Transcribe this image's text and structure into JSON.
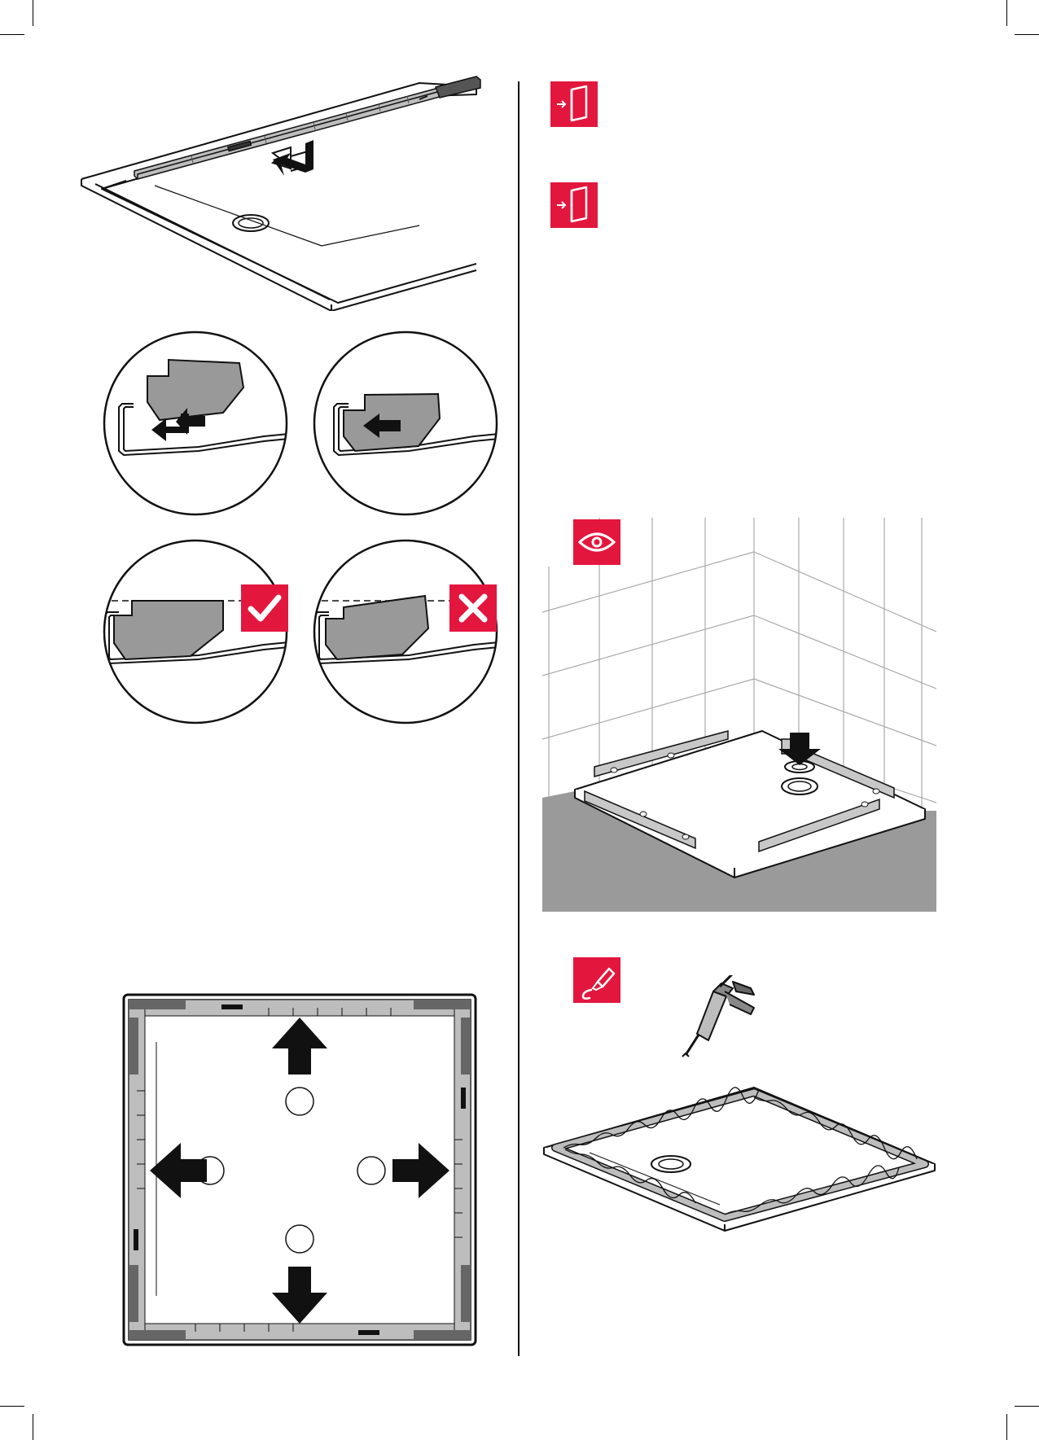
{
  "colors": {
    "accent": "#e3173e",
    "line": "#111111",
    "gray": "#999999",
    "light_gray": "#bdbdbd",
    "floor": "#9a9a9a",
    "ok": "#e3173e"
  },
  "icons": {
    "manual_ref_1": "manual-reference-icon",
    "manual_ref_2": "manual-reference-icon",
    "inspect": "eye-icon",
    "sealant": "sealant-nozzle-icon",
    "correct": "check-icon",
    "incorrect": "cross-icon"
  },
  "diagram": {
    "steps": [
      "step-insert-profile-rail",
      "detail-hook-profile",
      "detail-push-profile",
      "detail-correct-fit",
      "detail-incorrect-fit",
      "tray-top-view-spread",
      "tray-level-check",
      "tray-apply-sealant"
    ]
  }
}
